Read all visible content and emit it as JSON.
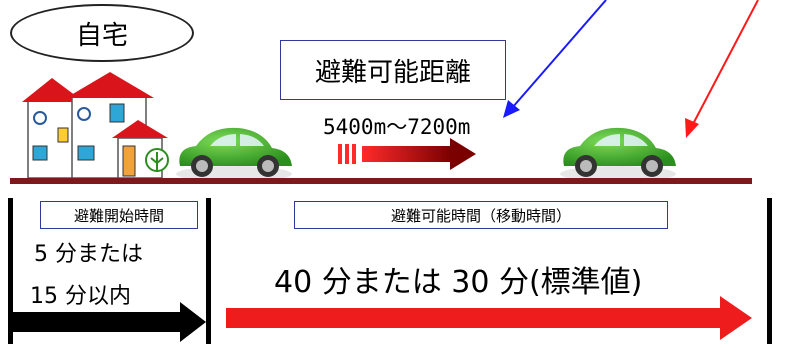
{
  "home": {
    "label": "自宅"
  },
  "distance": {
    "label": "避難可能距離",
    "value": "5400m～7200m"
  },
  "start_time": {
    "label": "避難開始時間",
    "line1": "5 分または",
    "line2": "15 分以内"
  },
  "evacuation_time": {
    "label": "避難可能時間（移動時間）",
    "value": "40 分または 30 分(標準値)"
  },
  "colors": {
    "road": "#7a1a1a",
    "car_body": "#3fae2a",
    "red_arrow": "#ee1c1c",
    "dark_arrow": "#8b0000",
    "blue_pointer": "#1a1aff",
    "red_pointer": "#ff1a1a",
    "box_border": "#2e3a9c"
  },
  "icons": [
    "house-icon",
    "car-icon",
    "tree-icon"
  ]
}
